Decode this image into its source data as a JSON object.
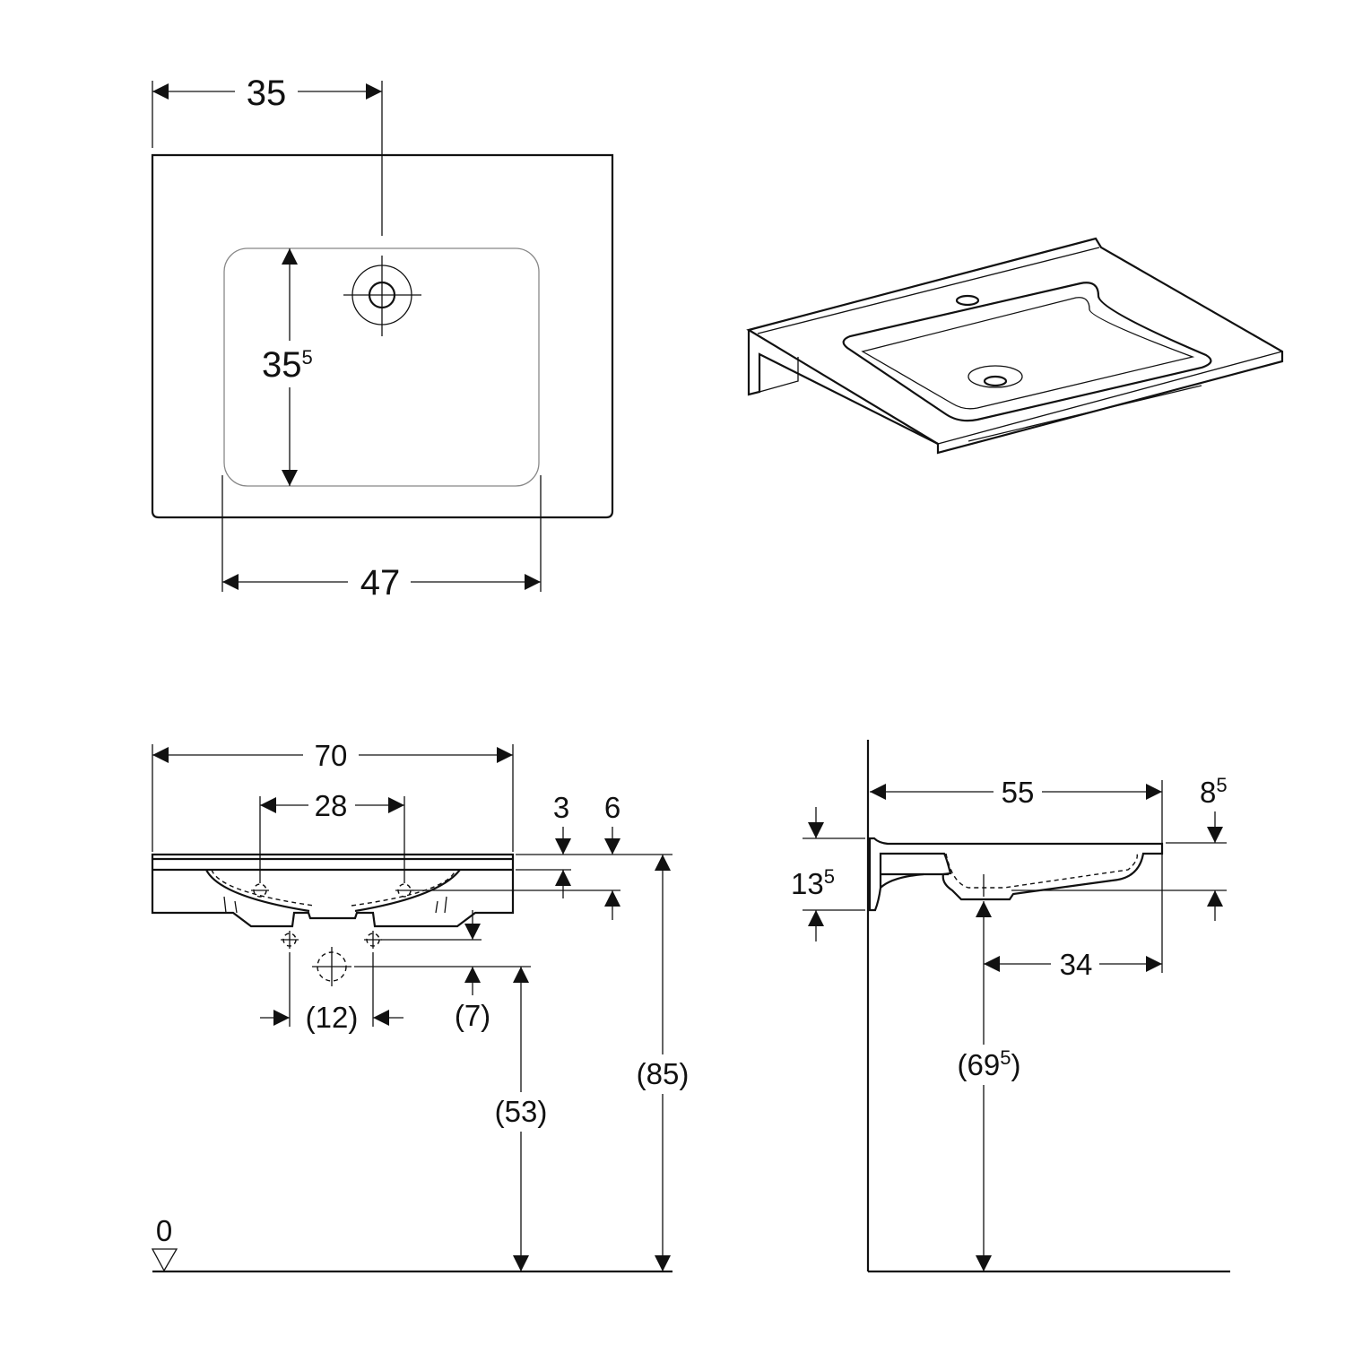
{
  "top_view": {
    "dim_tap_offset": "35",
    "dim_basin_depth": {
      "main": "35",
      "sup": "5"
    },
    "dim_basin_width": "47"
  },
  "front_view": {
    "dim_width": "70",
    "dim_holes": "28",
    "dim_3": "3",
    "dim_6": "6",
    "dim_12": "(12)",
    "dim_7": "(7)",
    "dim_53": "(53)",
    "dim_85": "(85)",
    "floor_level": "0"
  },
  "side_view": {
    "dim_depth": "55",
    "dim_8_5": {
      "main": "8",
      "sup": "5"
    },
    "dim_13_5": {
      "main": "13",
      "sup": "5"
    },
    "dim_34": "34",
    "dim_69_5": {
      "main": "(69",
      "sup": "5",
      "tail": ")"
    }
  }
}
